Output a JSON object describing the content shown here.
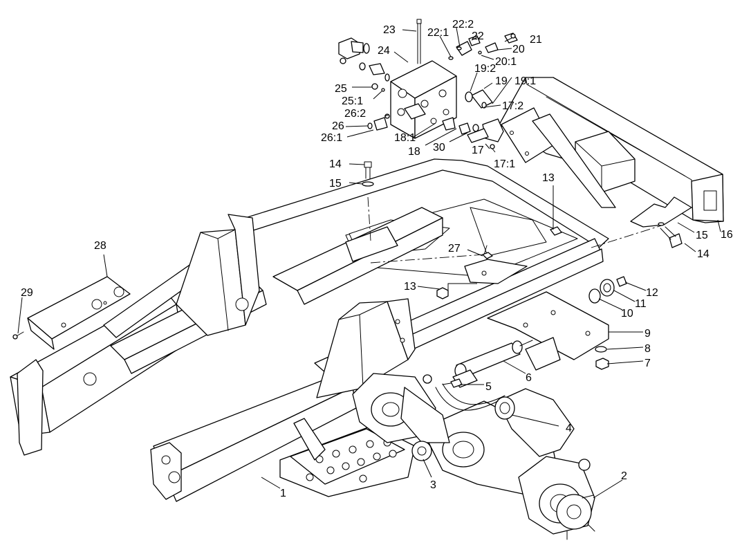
{
  "callouts": {
    "c1": "1",
    "c2": "2",
    "c3": "3",
    "c4": "4",
    "c5": "5",
    "c6": "6",
    "c7": "7",
    "c8": "8",
    "c9": "9",
    "c10": "10",
    "c11": "11",
    "c12": "12",
    "c13a": "13",
    "c13b": "13",
    "c14a": "14",
    "c14b": "14",
    "c15a": "15",
    "c15b": "15",
    "c16": "16",
    "c17": "17",
    "c17_1": "17:1",
    "c17_2": "17:2",
    "c18": "18",
    "c18_1": "18:1",
    "c19": "19",
    "c19_1": "19:1",
    "c19_2": "19:2",
    "c20": "20",
    "c20_1": "20:1",
    "c21": "21",
    "c22": "22",
    "c22_1": "22:1",
    "c22_2": "22:2",
    "c23": "23",
    "c24": "24",
    "c25": "25",
    "c25_1": "25:1",
    "c26": "26",
    "c26_1": "26:1",
    "c26_2": "26:2",
    "c27": "27",
    "c28": "28",
    "c29": "29",
    "c30": "30"
  }
}
